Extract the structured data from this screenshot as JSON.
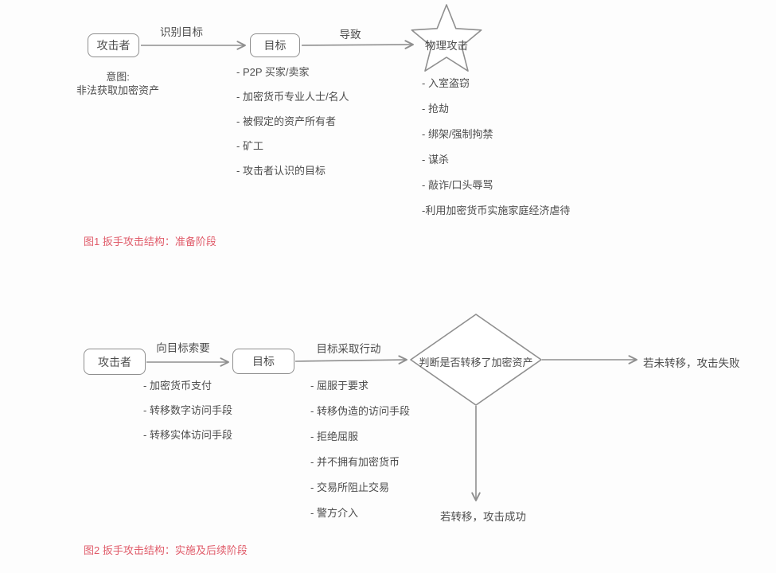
{
  "colors": {
    "stroke": "#8f8f8f",
    "text": "#4d4d4d",
    "caption_red": "#e05c6a",
    "background": "#fdfdfd",
    "shape_fill": "#ffffff"
  },
  "fig1": {
    "attacker_label": "攻击者",
    "intent_line1": "意图:",
    "intent_line2": "非法获取加密资产",
    "arrow1_label": "识别目标",
    "target_label": "目标",
    "target_items": [
      "- P2P 买家/卖家",
      "- 加密货币专业人士/名人",
      "- 被假定的资产所有者",
      "- 矿工",
      "- 攻击者认识的目标"
    ],
    "arrow2_label": "导致",
    "star_label": "物理攻击",
    "attack_items": [
      "- 入室盗窃",
      "- 抢劫",
      "- 绑架/强制拘禁",
      "- 谋杀",
      "- 敲诈/口头辱骂",
      "-利用加密货币实施家庭经济虐待"
    ],
    "caption": "图1 扳手攻击结构：准备阶段"
  },
  "fig2": {
    "attacker_label": "攻击者",
    "attacker_items": [
      "- 加密货币支付",
      "- 转移数字访问手段",
      "- 转移实体访问手段"
    ],
    "arrow1_label": "向目标索要",
    "target_label": "目标",
    "target_items": [
      "- 屈服于要求",
      "- 转移伪造的访问手段",
      "- 拒绝屈服",
      "- 并不拥有加密货币",
      "- 交易所阻止交易",
      "- 警方介入"
    ],
    "arrow2_label": "目标采取行动",
    "decision_label": "判断是否转移了加密资产",
    "outcome_fail": "若未转移，攻击失败",
    "outcome_success": "若转移，攻击成功",
    "caption": "图2 扳手攻击结构：实施及后续阶段"
  }
}
